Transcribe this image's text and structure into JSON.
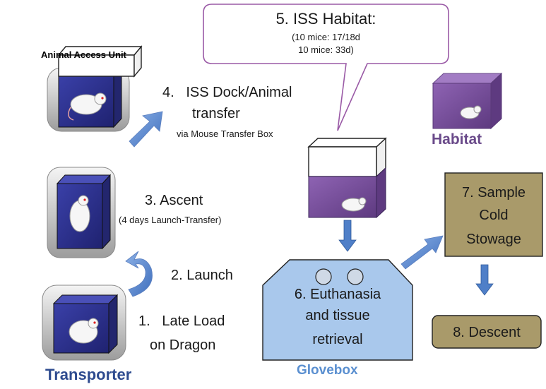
{
  "bubble": {
    "title": "5. ISS Habitat:",
    "line1": "(10 mice: 17/18d",
    "line2": "10 mice: 33d)"
  },
  "animal_access_unit": {
    "label": "Animal Access Unit"
  },
  "step4": {
    "line1": "4.   ISS Dock/Animal",
    "line2": "transfer",
    "sub": "via Mouse Transfer Box"
  },
  "habitat": {
    "label": "Habitat"
  },
  "step3": {
    "title": "3. Ascent",
    "sub": "(4 days Launch-Transfer)"
  },
  "step2": {
    "label": "2. Launch"
  },
  "step1": {
    "line1": "1.   Late Load",
    "line2": "on Dragon"
  },
  "transporter": {
    "label": "Transporter"
  },
  "step6": {
    "line1": "6. Euthanasia",
    "line2": "and tissue",
    "line3": "retrieval"
  },
  "glovebox": {
    "label": "Glovebox"
  },
  "step7": {
    "line1": "7. Sample",
    "line2": "Cold",
    "line3": "Stowage"
  },
  "step8": {
    "label": "8. Descent"
  },
  "colors": {
    "navy_cage": "#2b2f8f",
    "purple_cage": "#7b4f9e",
    "glovebox_fill": "#a9c8ec",
    "stowage_fill": "#a99a6a",
    "arrow_blue": "#4f7fc8",
    "bubble_border": "#9a5aa6"
  }
}
